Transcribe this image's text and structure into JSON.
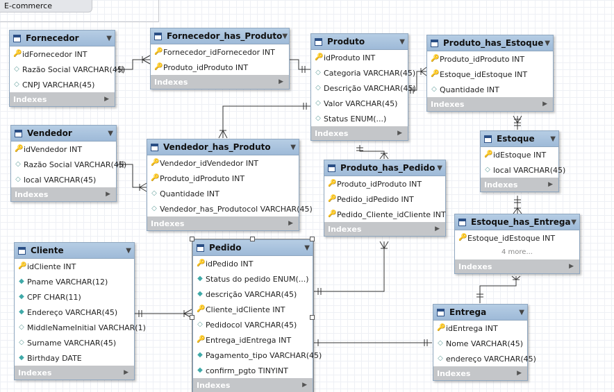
{
  "layer": {
    "name": "E-commerce"
  },
  "icons": {
    "table": "table-icon",
    "toggle": "chevron-down-icon",
    "primary_key": "key-icon",
    "foreign_key": "foreign-key-icon",
    "attribute": "diamond-icon",
    "indexes_arrow": "arrow-right-icon"
  },
  "tables": {
    "fornecedor": {
      "name": "Fornecedor",
      "columns": [
        "idFornecedor INT",
        "Razão Social VARCHAR(45)",
        "CNPJ VARCHAR(45)"
      ],
      "indexes": "Indexes"
    },
    "fornecedor_has_produto": {
      "name": "Fornecedor_has_Produto",
      "columns": [
        "Fornecedor_idFornecedor INT",
        "Produto_idProduto INT"
      ],
      "indexes": "Indexes"
    },
    "produto": {
      "name": "Produto",
      "columns": [
        "idProduto INT",
        "Categoria VARCHAR(45)",
        "Descrição VARCHAR(45)",
        "Valor VARCHAR(45)",
        "Status ENUM(...)"
      ],
      "indexes": "Indexes"
    },
    "produto_has_estoque": {
      "name": "Produto_has_Estoque",
      "columns": [
        "Produto_idProduto INT",
        "Estoque_idEstoque INT",
        "Quantidade INT"
      ],
      "indexes": "Indexes"
    },
    "vendedor": {
      "name": "Vendedor",
      "columns": [
        "idVendedor INT",
        "Razão Social VARCHAR(45)",
        "local VARCHAR(45)"
      ],
      "indexes": "Indexes"
    },
    "vendedor_has_produto": {
      "name": "Vendedor_has_Produto",
      "columns": [
        "Vendedor_idVendedor INT",
        "Produto_idProduto INT",
        "Quantidade INT",
        "Vendedor_has_Produtocol VARCHAR(45)"
      ],
      "indexes": "Indexes"
    },
    "estoque": {
      "name": "Estoque",
      "columns": [
        "idEstoque INT",
        "local VARCHAR(45)"
      ],
      "indexes": "Indexes"
    },
    "produto_has_pedido": {
      "name": "Produto_has_Pedido",
      "columns": [
        "Produto_idProduto INT",
        "Pedido_idPedido INT",
        "Pedido_Cliente_idCliente INT"
      ],
      "indexes": "Indexes"
    },
    "estoque_has_entrega": {
      "name": "Estoque_has_Entrega",
      "columns": [
        "Estoque_idEstoque INT"
      ],
      "more": "4 more...",
      "indexes": "Indexes"
    },
    "cliente": {
      "name": "Cliente",
      "columns": [
        "idCliente INT",
        "Pname VARCHAR(12)",
        "CPF CHAR(11)",
        "Endereço VARCHAR(45)",
        "MiddleNameInitial VARCHAR(1)",
        "Surname VARCHAR(45)",
        "Birthday DATE"
      ],
      "indexes": "Indexes"
    },
    "pedido": {
      "name": "Pedido",
      "columns": [
        "idPedido INT",
        "Status do pedido ENUM(...)",
        "descrição VARCHAR(45)",
        "Cliente_idCliente INT",
        "Pedidocol VARCHAR(45)",
        "Entrega_idEntrega INT",
        "Pagamento_tipo VARCHAR(45)",
        "confirm_pgto TINYINT"
      ],
      "indexes": "Indexes"
    },
    "entrega": {
      "name": "Entrega",
      "columns": [
        "idEntrega INT",
        "Nome VARCHAR(45)",
        "endereço VARCHAR(45)"
      ],
      "indexes": "Indexes"
    }
  }
}
